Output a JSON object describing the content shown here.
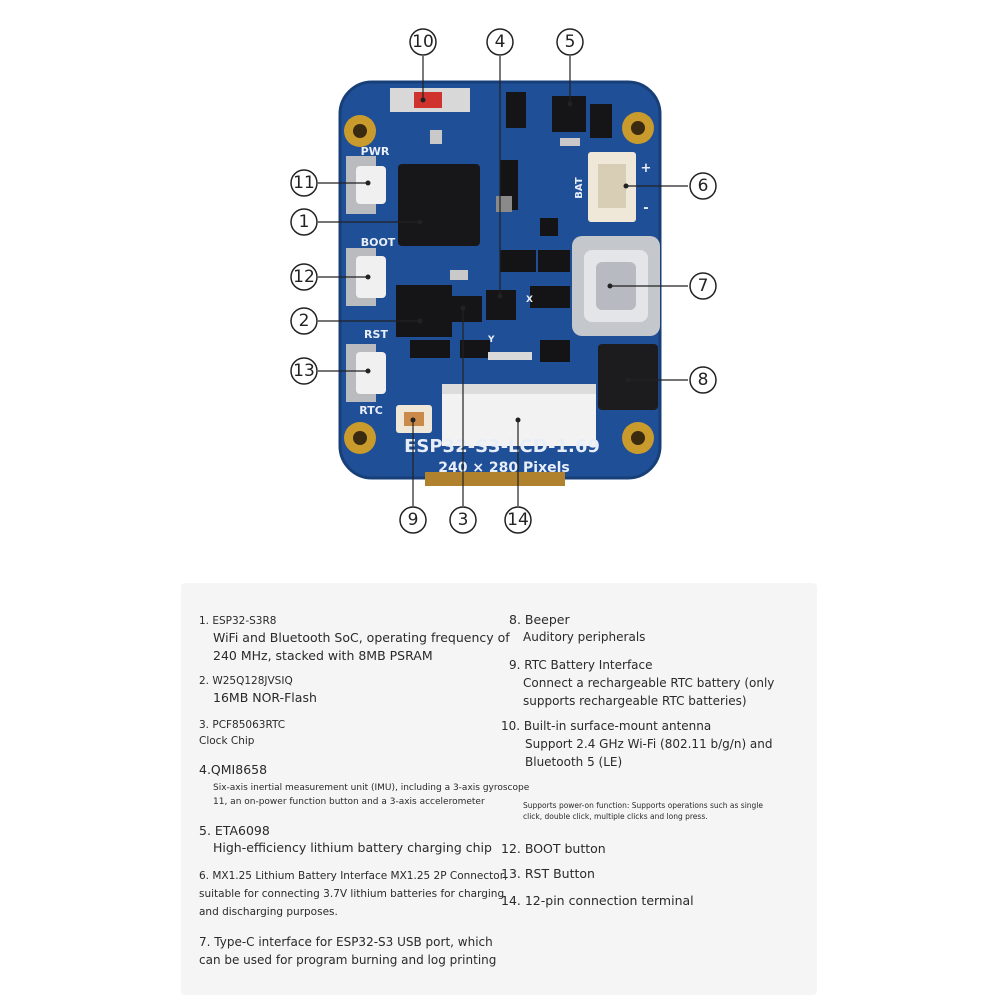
{
  "board": {
    "name": "ESP32-S3-LCD-1.69",
    "resolution": "240 × 280 Pixels",
    "silkscreen": {
      "pwr": "PWR",
      "boot": "BOOT",
      "rst": "RST",
      "rtc": "RTC",
      "bat": "BAT",
      "plus": "+",
      "minus": "-",
      "axis_x": "X",
      "axis_y": "Y"
    }
  },
  "callouts": [
    "1",
    "2",
    "3",
    "4",
    "5",
    "6",
    "7",
    "8",
    "9",
    "10",
    "11",
    "12",
    "13",
    "14"
  ],
  "items": [
    {
      "title": "1. ESP32-S3R8",
      "lines": [
        "WiFi and Bluetooth SoC, operating frequency of",
        "240 MHz, stacked with 8MB PSRAM"
      ]
    },
    {
      "title": "2. W25Q128JVSIQ",
      "lines": [
        "16MB NOR-Flash"
      ]
    },
    {
      "title": "3. PCF85063RTC",
      "lines": [
        "Clock Chip"
      ]
    },
    {
      "title": "4.QMI8658",
      "lines": [
        "Six-axis inertial measurement unit (IMU), including a 3-axis gyroscope",
        "11, an on-power function button and a 3-axis accelerometer"
      ]
    },
    {
      "title": "5. ETA6098",
      "lines": [
        "High-efficiency lithium battery charging chip"
      ]
    },
    {
      "title": "6. MX1.25 Lithium Battery Interface MX1.25 2P Connector,",
      "lines": [
        "suitable for connecting 3.7V lithium batteries for charging",
        "and discharging purposes."
      ]
    },
    {
      "title": "7. Type-C interface for ESP32-S3 USB port, which",
      "lines": [
        "can be used for program burning and log printing"
      ]
    },
    {
      "title": "8. Beeper",
      "lines": [
        "Auditory peripherals"
      ]
    },
    {
      "title": "9. RTC Battery Interface",
      "lines": [
        "Connect a rechargeable RTC battery (only",
        "supports rechargeable RTC batteries)"
      ]
    },
    {
      "title": "10. Built-in surface-mount antenna",
      "lines": [
        "Support 2.4 GHz Wi-Fi (802.11 b/g/n) and",
        "Bluetooth 5 (LE)"
      ]
    },
    {
      "title": "",
      "lines": [
        "Supports power-on function: Supports operations such as single",
        "click, double click, multiple clicks and long press."
      ]
    },
    {
      "title": "12. BOOT button",
      "lines": []
    },
    {
      "title": "13. RST Button",
      "lines": []
    },
    {
      "title": "14. 12-pin connection terminal",
      "lines": []
    }
  ]
}
